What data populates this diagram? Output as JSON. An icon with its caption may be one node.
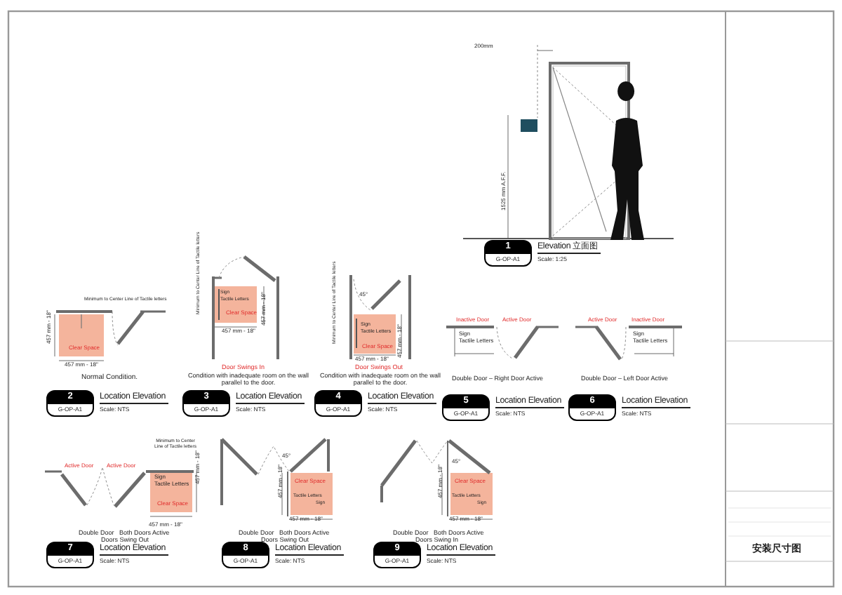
{
  "diagram": {
    "labels": [
      "200mm",
      "1525 mm A.F.F.",
      "1",
      "G-OP-A1",
      "Elevation 立面图",
      "Scale: 1:25",
      "Minimum to Center Line of Tactile letters",
      "457 mm - 18\"",
      "Clear Space",
      "457 mm - 18\"",
      "Normal Condition.",
      "2",
      "G-OP-A1",
      "Location Elevation",
      "Scale: NTS",
      "Minimum to Center Line of Tactile letters",
      "Sign",
      "Tactile Letters",
      "Clear Space",
      "457 mm - 18\"",
      "457 mm - 18\"",
      "Door Swings In",
      "Condition with inadequate room on the wall parallel to the door.",
      "3",
      "G-OP-A1",
      "Location Elevation",
      "Scale: NTS",
      "45°",
      "Minimum to Center Line of Tactile letters",
      "Sign",
      "Tactile Letters",
      "Clear Space",
      "457 mm - 18\"",
      "457 mm - 18\"",
      "Door Swings Out",
      "Condition with inadequate room on the wall parallel to the door.",
      "4",
      "G-OP-A1",
      "Location Elevation",
      "Scale: NTS",
      "Inactive Door",
      "Active Door",
      "Sign",
      "Tactile Letters",
      "Double Door – Right Door Active",
      "5",
      "G-OP-A1",
      "Location Elevation",
      "Scale: NTS",
      "Active Door",
      "Inactive Door",
      "Sign",
      "Tactile Letters",
      "Double Door – Left Door Active",
      "6",
      "G-OP-A1",
      "Location Elevation",
      "Scale: NTS",
      "Active Door",
      "Active Door",
      "Minimum to Center Line of Tactile letters",
      "Sign",
      "Tactile Letters",
      "Clear Space",
      "457 mm - 18\"",
      "457 mm - 18\"",
      "Double Door",
      "Both Doors Active",
      "Doors Swing Out",
      "7",
      "G-OP-A1",
      "Location Elevation",
      "Scale: NTS",
      "45°",
      "457 mm - 18\"",
      "Clear Space",
      "Tactile Letters",
      "Sign",
      "457 mm - 18\"",
      "Double Door",
      "Both Doors Active",
      "Doors Swing Out",
      "8",
      "G-OP-A1",
      "Location Elevation",
      "Scale: NTS",
      "45°",
      "457 mm - 18\"",
      "Clear Space",
      "Tactile Letters",
      "Sign",
      "457 mm - 18\"",
      "Double Door",
      "Both Doors Active",
      "Doors Swing In",
      "9",
      "G-OP-A1",
      "Location Elevation",
      "Scale: NTS",
      "安装尺寸图"
    ]
  }
}
